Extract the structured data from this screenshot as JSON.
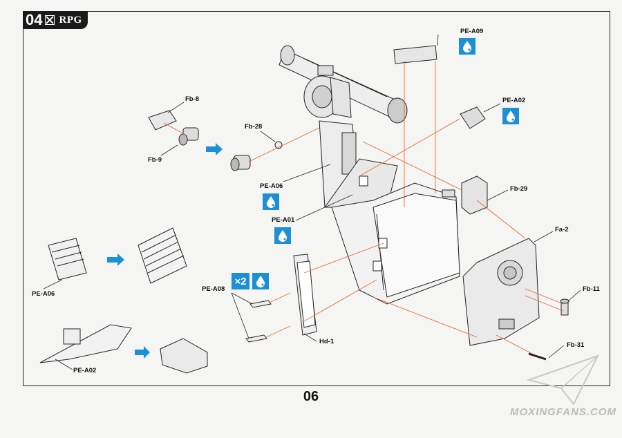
{
  "header": {
    "step_number": "04",
    "brand": "RPG"
  },
  "page_number": "06",
  "watermark": "MOXINGFANS.COM",
  "labels": {
    "fb8": "Fb-8",
    "fb9": "Fb-9",
    "fb28": "Fb-28",
    "pe_a06_top": "PE-A06",
    "pe_a01": "PE-A01",
    "pe_a09": "PE-A09",
    "pe_a02_top": "PE-A02",
    "fb29": "Fb-29",
    "fa2": "Fa-2",
    "fb11": "Fb-11",
    "fb31": "Fb-31",
    "hd1": "Hd-1",
    "pe_a08": "PE-A08",
    "pe_a06_bottom": "PE-A06",
    "pe_a02_bottom": "PE-A02"
  },
  "multiplier": "×2",
  "colors": {
    "arrow": "#e8692e",
    "blue": "#1d8fd6",
    "ink": "#222222"
  },
  "icons": [
    "water-drop-icon"
  ]
}
